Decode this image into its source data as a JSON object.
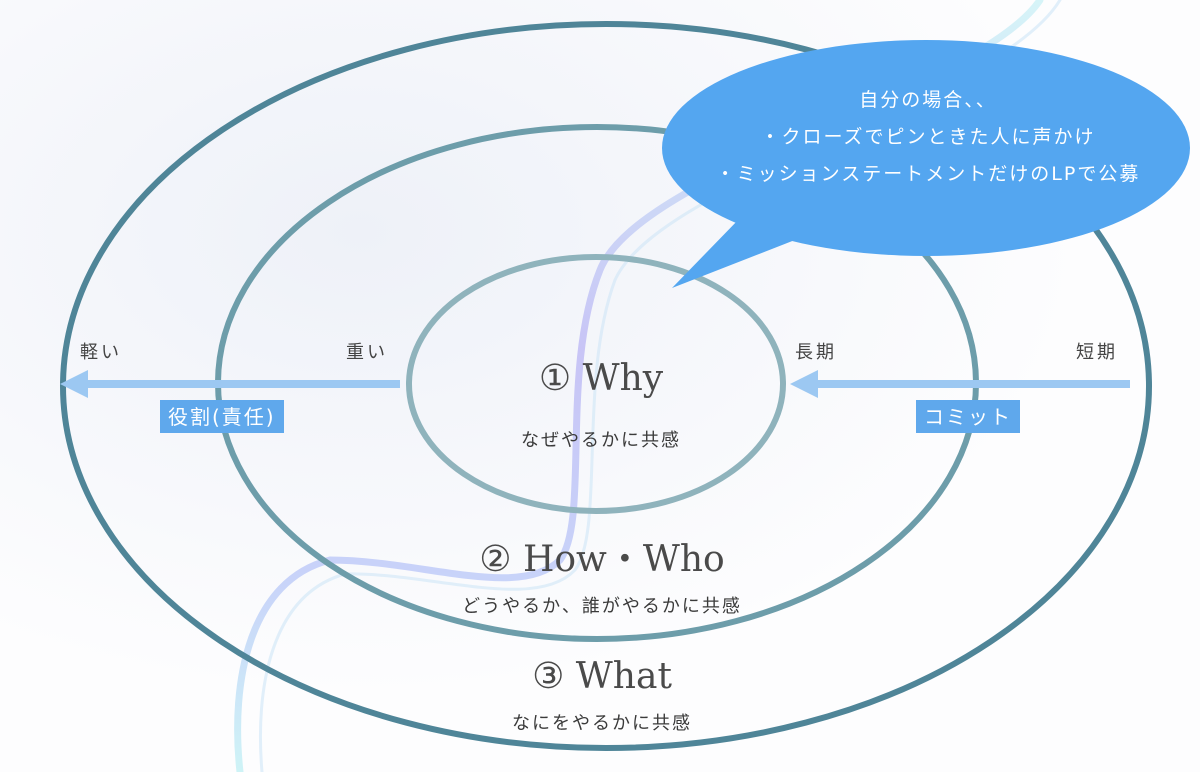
{
  "circles": {
    "inner": {
      "title": "① Why",
      "subtitle": "なぜやるかに共感"
    },
    "middle": {
      "title": "② How・Who",
      "subtitle": "どうやるか、誰がやるかに共感"
    },
    "outer": {
      "title": "③ What",
      "subtitle": "なにをやるかに共感"
    }
  },
  "left_axis": {
    "far_label": "軽い",
    "near_label": "重い",
    "tag": "役割(責任)"
  },
  "right_axis": {
    "near_label": "長期",
    "far_label": "短期",
    "tag": "コミット"
  },
  "speech_bubble": {
    "lines": [
      "自分の場合、、",
      "・クローズでピンときた人に声かけ",
      "・ミッションステートメントだけのLPで公募"
    ]
  },
  "colors": {
    "outer_ring": "#4f8598",
    "middle_ring": "#6d9daa",
    "inner_ring": "#8fb3bc",
    "arrow": "#9cc8f2",
    "tag_bg": "#5fa8ec",
    "bubble": "#54a6f0"
  }
}
